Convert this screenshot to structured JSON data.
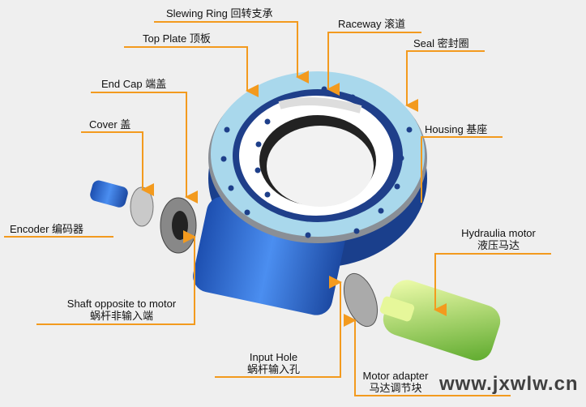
{
  "labels": {
    "slewing_ring": "Slewing Ring  回转支承",
    "raceway": "Raceway  滚道",
    "top_plate": "Top Plate  顶板",
    "seal": "Seal  密封圈",
    "end_cap": "End Cap  端盖",
    "housing": "Housing  基座",
    "cover": "Cover  盖",
    "encoder": "Encoder  编码器",
    "shaft_en": "Shaft opposite to motor",
    "shaft_cn": "蜗杆非输入端",
    "motor_en": "Hydraulia motor",
    "motor_cn": "液压马达",
    "input_en": "Input Hole",
    "input_cn": "蜗杆输入孔",
    "adapter_en": "Motor adapter",
    "adapter_cn": "马达调节块"
  },
  "watermark": "www.jxwlw.cn",
  "colors": {
    "leader": "#f39a1e",
    "ring": "#a9d8ec",
    "housing": "#2f6fd0",
    "motor": "#c8f070"
  }
}
